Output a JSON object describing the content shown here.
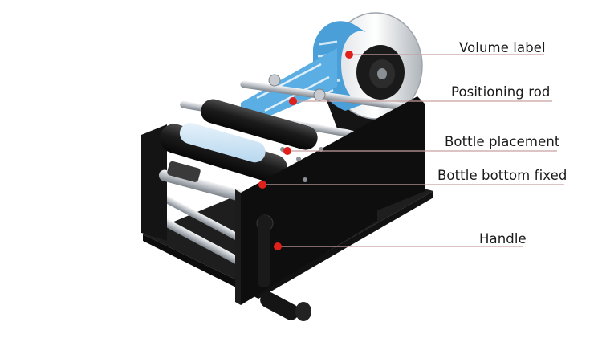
{
  "labels": {
    "volume_label": "Volume label",
    "positioning_rod": "Positioning rod",
    "bottle_placement": "Bottle placement",
    "bottle_bottom_fixed": "Bottle bottom fixed",
    "handle": "Handle"
  },
  "colors": {
    "callout": "#e0201b",
    "leader_line": "#c8a0a0",
    "machine_body": "#161616",
    "label_roll": "#4a9fd8",
    "steel": "#c9cdd2"
  }
}
